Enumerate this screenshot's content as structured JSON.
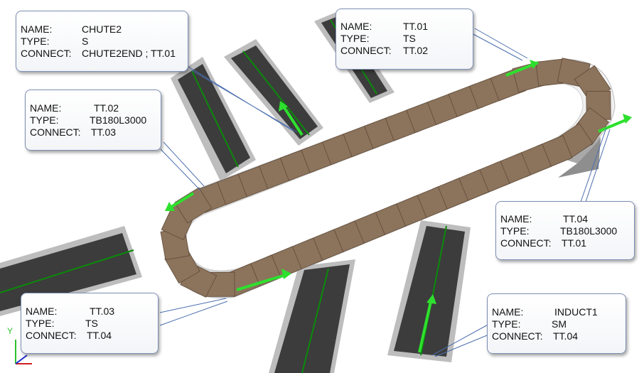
{
  "callouts": {
    "chute2": {
      "name_label": "NAME:",
      "name": "CHUTE2",
      "type_label": "TYPE:",
      "type": "S",
      "connect_label": "CONNECT:",
      "connect": "CHUTE2END ; TT.01"
    },
    "tt01": {
      "name_label": "NAME:",
      "name": "TT.01",
      "type_label": "TYPE:",
      "type": "TS",
      "connect_label": "CONNECT:",
      "connect": "TT.02"
    },
    "tt02": {
      "name_label": "NAME:",
      "name": "TT.02",
      "type_label": "TYPE:",
      "type": "TB180L3000",
      "connect_label": "CONNECT:",
      "connect": "TT.03"
    },
    "tt04": {
      "name_label": "NAME:",
      "name": "TT.04",
      "type_label": "TYPE:",
      "type": "TB180L3000",
      "connect_label": "CONNECT:",
      "connect": "TT.01"
    },
    "tt03": {
      "name_label": "NAME:",
      "name": "TT.03",
      "type_label": "TYPE:",
      "type": "TS",
      "connect_label": "CONNECT:",
      "connect": "TT.04"
    },
    "induct1": {
      "name_label": "NAME:",
      "name": "INDUCT1",
      "type_label": "TYPE:",
      "type": "SM",
      "connect_label": "CONNECT:",
      "connect": "TT.04"
    }
  },
  "axis": {
    "y_label": "Y"
  },
  "colors": {
    "tray": "#8c735c",
    "tray_edge": "#5e4a38",
    "track": "#ececec",
    "chute_belt": "#3c3c3c",
    "chute_frame": "#b9b9b9",
    "flow_line": "#0a8a0a",
    "flow_arrow": "#2ee02e",
    "leader": "#4b6eaf"
  }
}
